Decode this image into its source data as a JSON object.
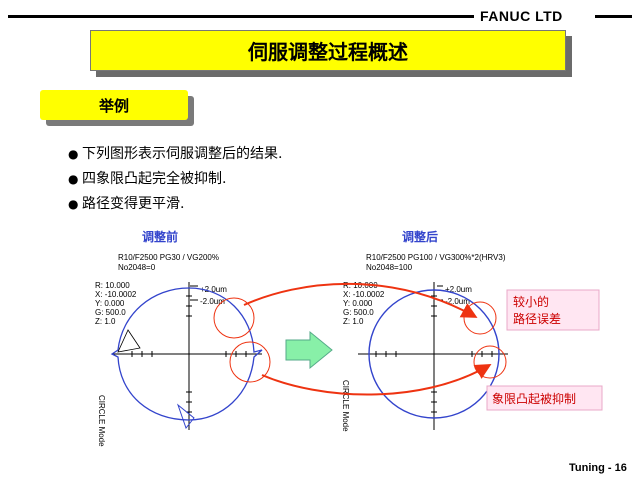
{
  "header": {
    "brand": "FANUC LTD"
  },
  "title": "伺服调整过程概述",
  "example_label": "举例",
  "bullets": [
    "下列图形表示伺服调整后的结果.",
    "四象限凸起完全被抑制.",
    "路径变得更平滑."
  ],
  "before": {
    "heading": "调整前",
    "param_line1": "R10/F2500 PG30 / VG200%",
    "param_line2": "No2048=0",
    "stats": [
      "R: 10.000",
      "X: -10.0002",
      "Y: 0.000",
      "G: 500.0",
      "Z: 1.0"
    ],
    "scale_plus": "+2.0um",
    "scale_minus": "-2.0um",
    "mode": "CIRCLE Mode"
  },
  "after": {
    "heading": "调整后",
    "param_line1": "R10/F2500 PG100 / VG300%*2(HRV3)",
    "param_line2": "No2048=100",
    "stats": [
      "R: 10.000",
      "X: -10.0002",
      "Y: 0.000",
      "G: 500.0",
      "Z: 1.0"
    ],
    "scale_plus": "+2.0um",
    "scale_minus": "-2.0um",
    "mode": "CIRCLE Mode"
  },
  "annotation_error": "较小的路径误差",
  "annotation_error_line1": "较小的",
  "annotation_error_line2": "路径误差",
  "annotation_quadrant": "象限凸起被抑制",
  "footer": "Tuning - 16",
  "colors": {
    "accent_yellow": "#ffff00",
    "plot_blue": "#3344cc",
    "arrow_red": "#ee3311",
    "annotation_text": "#cc0000",
    "arrow_green": "#88f0a8"
  }
}
